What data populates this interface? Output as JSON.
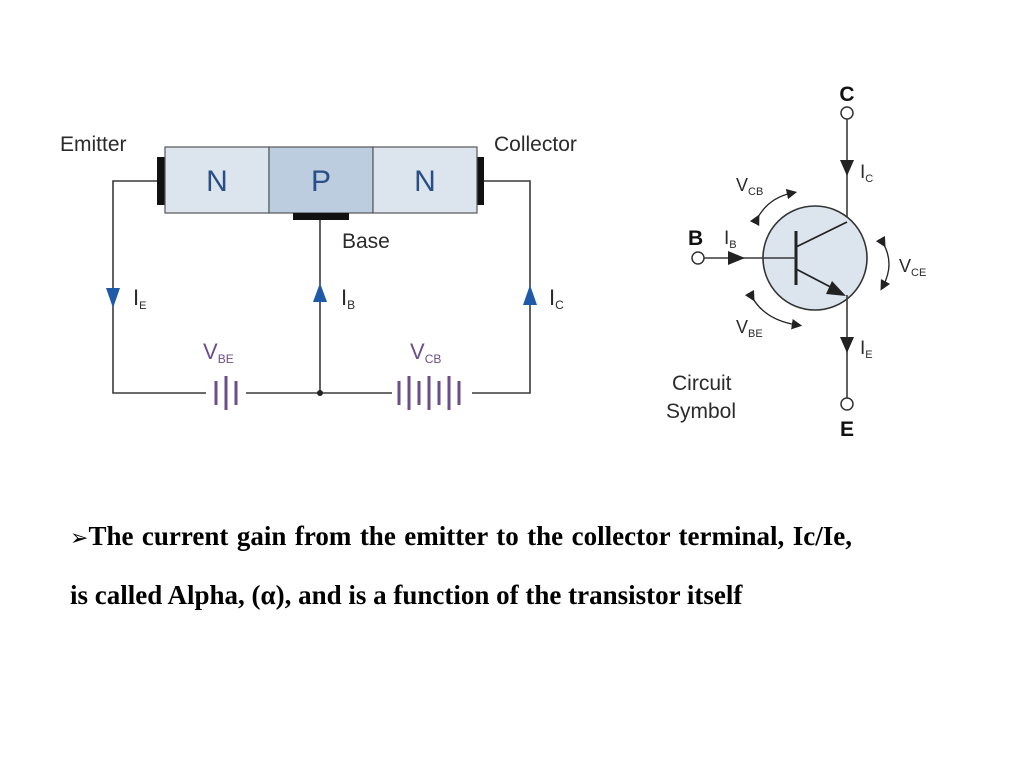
{
  "colors": {
    "n_region": "#dce5ee",
    "p_region": "#bccde0",
    "arrow_blue": "#1f5aa8",
    "battery_purple": "#6b4e8a",
    "wire": "#3a3a3a"
  },
  "left_diagram": {
    "emitter_label": "Emitter",
    "collector_label": "Collector",
    "base_label": "Base",
    "regions": [
      "N",
      "P",
      "N"
    ],
    "currents": {
      "emitter": {
        "main": "I",
        "sub": "E"
      },
      "base": {
        "main": "I",
        "sub": "B"
      },
      "collector": {
        "main": "I",
        "sub": "C"
      }
    },
    "batteries": {
      "vbe": {
        "main": "V",
        "sub": "BE"
      },
      "vcb": {
        "main": "V",
        "sub": "CB"
      }
    }
  },
  "circuit_symbol": {
    "title_line1": "Circuit",
    "title_line2": "Symbol",
    "terminals": {
      "collector": "C",
      "base": "B",
      "emitter": "E"
    },
    "currents": {
      "collector": {
        "main": "I",
        "sub": "C"
      },
      "base": {
        "main": "I",
        "sub": "B"
      },
      "emitter": {
        "main": "I",
        "sub": "E"
      }
    },
    "voltages": {
      "vcb": {
        "main": "V",
        "sub": "CB"
      },
      "vce": {
        "main": "V",
        "sub": "CE"
      },
      "vbe": {
        "main": "V",
        "sub": "BE"
      }
    }
  },
  "bullet": {
    "marker": "➢",
    "text": "The current gain from the emitter to the collector terminal, Ic/Ie, is called Alpha, (α), and is a function of the transistor itself"
  }
}
